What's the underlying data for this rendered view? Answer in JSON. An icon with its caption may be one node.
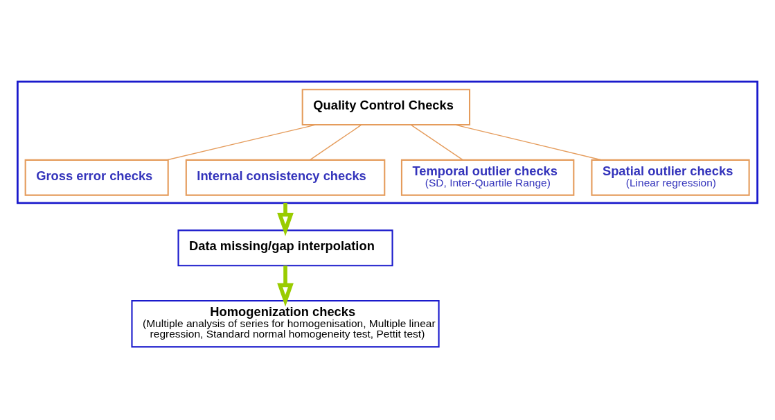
{
  "diagram": {
    "nodes": [
      {
        "text": [],
        "shape": "box"
      },
      {
        "text": [
          "Quality Control Checks"
        ],
        "in": 0
      },
      {
        "text": [
          "Gross error checks"
        ],
        "in": 0
      },
      {
        "text": [
          "Internal consistency checks"
        ],
        "in": 0
      },
      {
        "text": [
          "Temporal outlier checks",
          "(SD, Inter-Quartile Range)"
        ],
        "in": 0
      },
      {
        "text": [
          "Spatial outlier checks",
          "(Linear regression)"
        ],
        "in": 0
      },
      {
        "text": [
          "Data missing/gap interpolation"
        ]
      },
      {
        "text": [
          "Homogenization checks",
          "(Multiple analysis of series for homogenisation, Multiple linear regression, Standard normal homogeneity test, Pettit test)"
        ]
      }
    ],
    "edges": [
      {
        "from": 1,
        "to": 2,
        "arrow": "none"
      },
      {
        "from": 1,
        "to": 3,
        "arrow": "none"
      },
      {
        "from": 1,
        "to": 4,
        "arrow": "none"
      },
      {
        "from": 1,
        "to": 5,
        "arrow": "none"
      },
      {
        "from": 0,
        "to": 6,
        "arrow": "to",
        "style": "thick",
        "color": "#99cc00"
      },
      {
        "from": 6,
        "to": 7,
        "arrow": "to",
        "style": "thick",
        "color": "#99cc00"
      }
    ]
  }
}
